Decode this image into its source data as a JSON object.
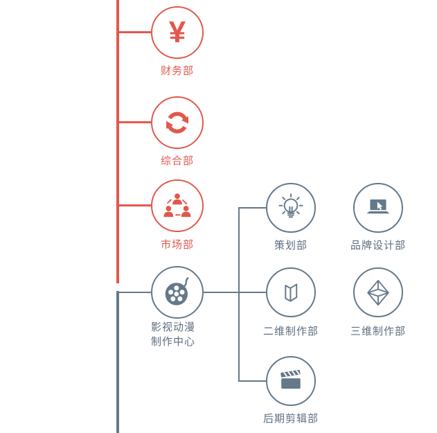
{
  "colors": {
    "accent_red": "#e2584c",
    "accent_gray": "#64798a",
    "label_gray": "#5e6e80",
    "background": "#ffffff"
  },
  "org_chart": {
    "main_departments": [
      {
        "label": "财务部",
        "icon": "yen-icon"
      },
      {
        "label": "综合部",
        "icon": "refresh-icon"
      },
      {
        "label": "市场部",
        "icon": "team-icon"
      },
      {
        "label_line1": "影视动漫",
        "label_line2": "制作中心",
        "icon": "film-reel-icon"
      }
    ],
    "sub_departments": [
      {
        "label": "策划部",
        "icon": "lightbulb-icon"
      },
      {
        "label": "品牌设计部",
        "icon": "laptop-cursor-icon"
      },
      {
        "label": "二维制作部",
        "icon": "folded-panel-icon"
      },
      {
        "label": "三维制作部",
        "icon": "octahedron-icon"
      },
      {
        "label": "后期剪辑部",
        "icon": "clapperboard-icon"
      }
    ],
    "yen_symbol": "¥"
  }
}
